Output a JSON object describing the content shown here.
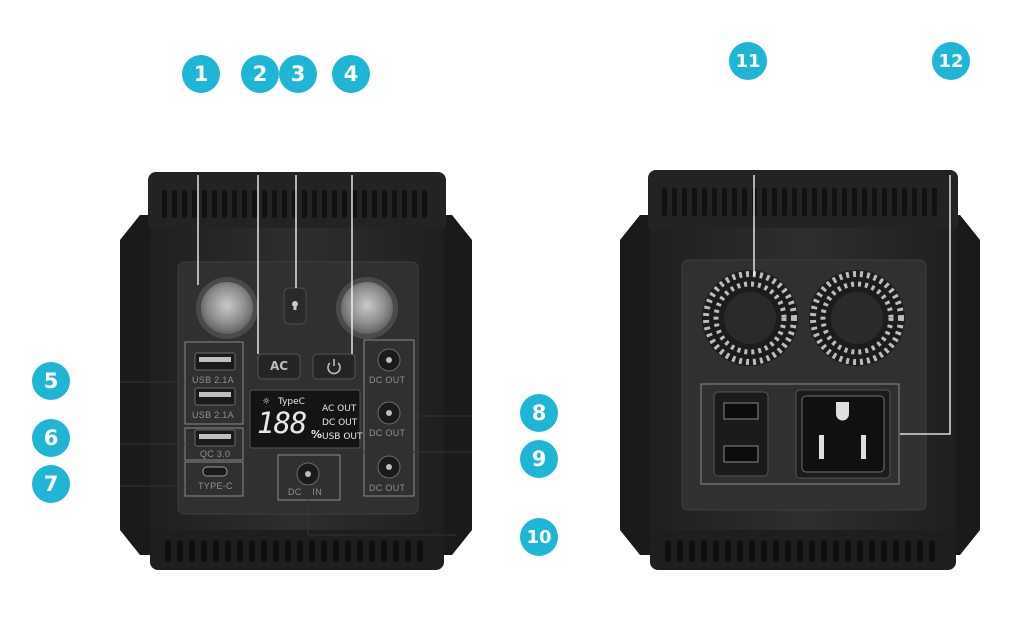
{
  "callouts": [
    "1",
    "2",
    "3",
    "4",
    "5",
    "6",
    "7",
    "8",
    "9",
    "10",
    "11",
    "12"
  ],
  "front_panel": {
    "usb_label_1": "USB 2.1A",
    "usb_label_2": "USB 2.1A",
    "qc_label": "QC 3.0",
    "typec_label": "TYPE-C",
    "ac_button": "AC",
    "power_icon": "power-icon",
    "light_icon": "light-bulb-icon",
    "display": {
      "typec_indicator": "TypeC",
      "digits": "188",
      "percent": "%",
      "ac_out": "AC OUT",
      "dc_out": "DC OUT",
      "usb_out": "USB OUT"
    },
    "dc_out_1": "DC OUT",
    "dc_out_2": "DC OUT",
    "dc_out_3": "DC OUT",
    "dc_in": "DC IN"
  },
  "colors": {
    "accent": "#1fb6d6",
    "body": "#2a2a2a",
    "panel": "#333333"
  }
}
